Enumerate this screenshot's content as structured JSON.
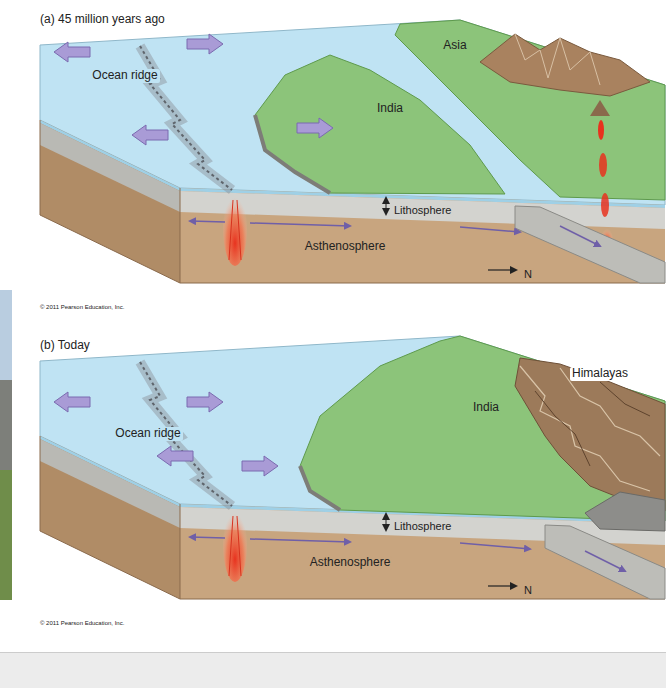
{
  "diagram": {
    "labels": [
      "(a) 45 million years ago",
      "Ocean ridge",
      "Asia",
      "India",
      "Lithosphere",
      "Asthenosphere",
      "N",
      "© 2011 Pearson Education, Inc.",
      "(b) Today",
      "Ocean ridge",
      "India",
      "Himalayas",
      "Lithosphere",
      "Asthenosphere",
      "N",
      "© 2011 Pearson Education, Inc."
    ]
  }
}
